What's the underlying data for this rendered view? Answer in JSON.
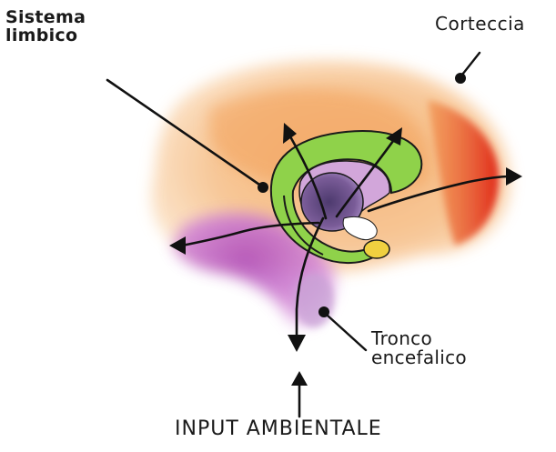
{
  "labels": {
    "limbic_system": [
      "Sistema",
      "limbico"
    ],
    "cortex": "Corteccia",
    "brainstem": [
      "Tronco",
      "encefalico"
    ],
    "input": "INPUT AMBIENTALE"
  },
  "colors": {
    "cortex_orange": "#f4a060",
    "cortex_red": "#e8402a",
    "limbic_green": "#8fd24a",
    "thalamus_purple": "#6a4e8a",
    "brainstem_magenta": "#c86cc8",
    "amygdala_yellow": "#f0d040",
    "ink": "#111111"
  }
}
